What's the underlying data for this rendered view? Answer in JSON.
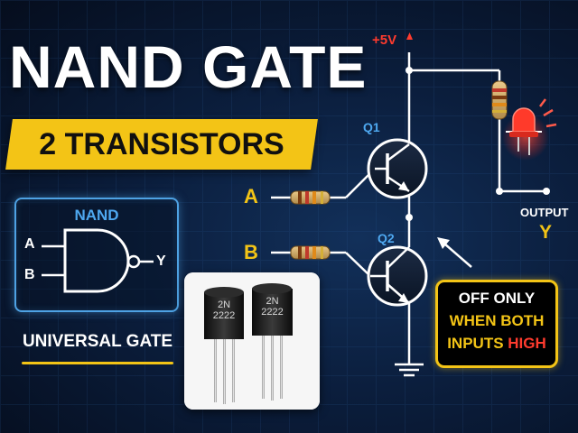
{
  "title": "NAND GATE",
  "subtitle": "2 TRANSISTORS",
  "symbol": {
    "label": "NAND",
    "input_a": "A",
    "input_b": "B",
    "output": "Y"
  },
  "universal_gate": "UNIVERSAL GATE",
  "chips": [
    {
      "line1": "2N",
      "line2": "2222"
    },
    {
      "line1": "2N",
      "line2": "2222"
    }
  ],
  "circuit": {
    "supply": "+5V",
    "q1": "Q1",
    "q2": "Q2",
    "input_a": "A",
    "input_b": "B",
    "output_label": "OUTPUT",
    "output_symbol": "Y"
  },
  "callout": {
    "line1": "OFF ONLY",
    "line2_a": "WHEN BOTH",
    "line3_a": "INPUTS",
    "line3_b": "HIGH"
  },
  "colors": {
    "accent_yellow": "#f3c416",
    "symbol_blue": "#4ea8f0",
    "led_red": "#ff3b2e",
    "background": "#0b1e3d"
  }
}
